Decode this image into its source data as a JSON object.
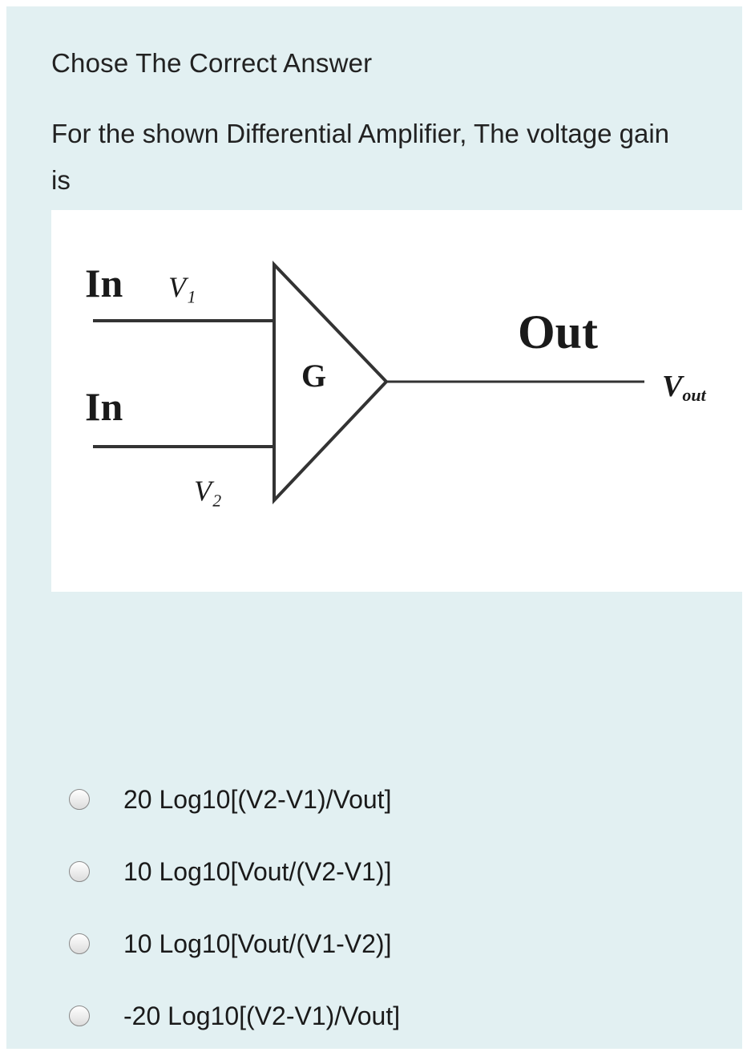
{
  "header": {
    "title": "Chose The Correct Answer"
  },
  "question": {
    "text": "For the shown Differential Amplifier, The voltage gain is"
  },
  "diagram": {
    "input_top_label": "In",
    "input_top_signal": "V₁",
    "input_bottom_label": "In",
    "input_bottom_signal": "V₂",
    "amplifier_label": "G",
    "output_label": "Out",
    "output_signal_main": "V",
    "output_signal_sub": "out"
  },
  "options": [
    {
      "label": "20 Log10[(V2-V1)/Vout]"
    },
    {
      "label": "10 Log10[Vout/(V2-V1)]"
    },
    {
      "label": "10 Log10[Vout/(V1-V2)]"
    },
    {
      "label": "-20 Log10[(V2-V1)/Vout]"
    }
  ]
}
